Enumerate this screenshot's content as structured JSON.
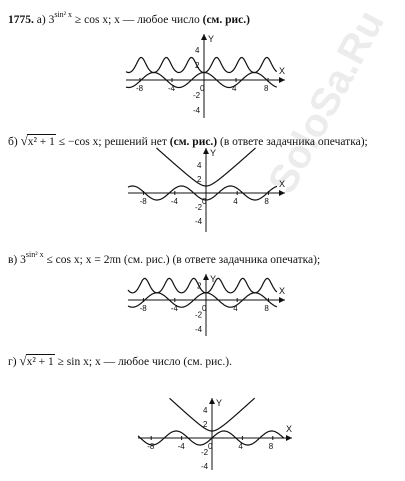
{
  "problem_number": "1775.",
  "items": [
    {
      "label": "а)",
      "formula_base": "3",
      "formula_exp": "sin² x",
      "formula_rest": "≥ cos x;",
      "text": "x — любое число",
      "ref": "(см. рис.)"
    },
    {
      "label": "б)",
      "radicand": "x² + 1",
      "formula_rest": "≤ −cos x;",
      "text": "решений нет",
      "ref": "(см. рис.)",
      "note": "(в ответе задачника опечатка);"
    },
    {
      "label": "в)",
      "formula_base": "3",
      "formula_exp": "sin² x",
      "formula_rest": "≤ cos x;",
      "text": "x = 2πn",
      "ref": "(см. рис.)",
      "note": "(в ответе задачника опечатка);"
    },
    {
      "label": "г)",
      "radicand": "x² + 1",
      "formula_rest": "≥ sin x;",
      "text": "x — любое число",
      "ref": "(см. рис.)."
    }
  ],
  "graph_labels": {
    "axis_x": "X",
    "axis_y": "Y",
    "ticks_x": [
      "-8",
      "-4",
      "0",
      "4",
      "8"
    ],
    "ticks_y_top": [
      "4",
      "2"
    ],
    "ticks_y_bottom": [
      "-2",
      "-4"
    ]
  },
  "watermark": "SoloSa.Ru"
}
